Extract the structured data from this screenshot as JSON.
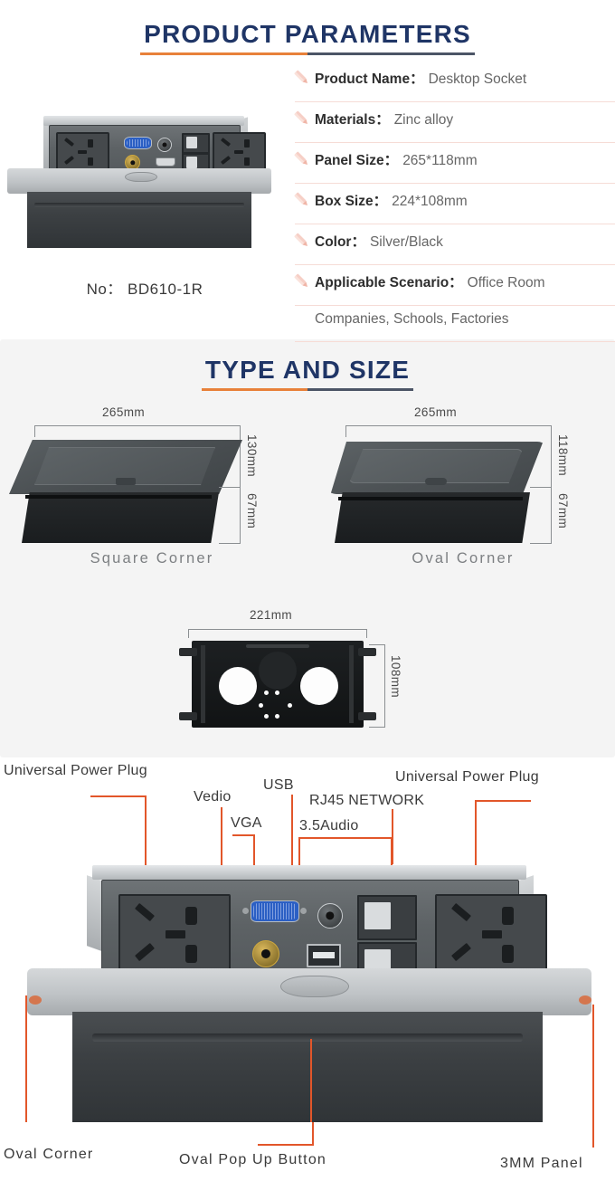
{
  "sections": {
    "params_title": "PRODUCT PARAMETERS",
    "type_title": "TYPE AND SIZE"
  },
  "colors": {
    "title": "#1f3566",
    "underline_left": "#e8813a",
    "underline_right": "#4c5566",
    "leader_line": "#e2562a",
    "row_divider": "#f6dcd6",
    "band_bg": "#f4f4f4"
  },
  "model": {
    "label": "No：",
    "value": "BD610-1R",
    "full": "No：  BD610-1R"
  },
  "parameters": [
    {
      "label": "Product Name：",
      "value": "Desktop Socket"
    },
    {
      "label": "Materials：",
      "value": "Zinc alloy"
    },
    {
      "label": "Panel Size：",
      "value": "265*118mm"
    },
    {
      "label": "Box Size：",
      "value": "224*108mm"
    },
    {
      "label": "Color：",
      "value": "Silver/Black"
    },
    {
      "label": "Applicable Scenario：",
      "value": "Office Room"
    }
  ],
  "parameters_continued": "Companies, Schools, Factories",
  "types": [
    {
      "name": "Square Corner",
      "width": "265mm",
      "height_total": "130mm",
      "height_body": "67mm"
    },
    {
      "name": "Oval Corner",
      "width": "265mm",
      "height_total": "118mm",
      "height_body": "67mm"
    }
  ],
  "mounting_box": {
    "width": "221mm",
    "height": "108mm"
  },
  "callouts_top": [
    "Universal Power Plug",
    "Vedio",
    "VGA",
    "USB",
    "3.5Audio",
    "RJ45 NETWORK",
    "Universal Power Plug"
  ],
  "callouts_bottom": [
    "Oval Corner",
    "Oval Pop Up Button",
    "3MM Panel"
  ]
}
